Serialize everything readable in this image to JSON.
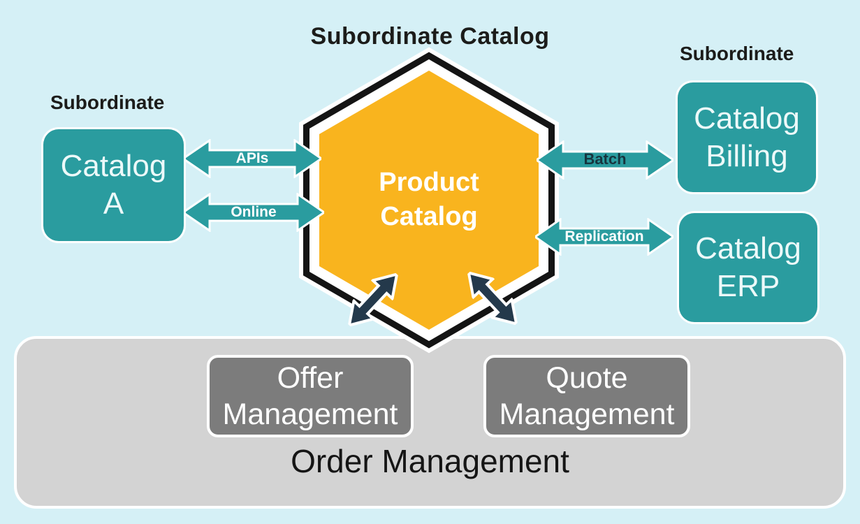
{
  "title": "Subordinate Catalog",
  "colors": {
    "background": "#d5f0f6",
    "teal": "#2a9c9f",
    "orange": "#f9b41e",
    "navy": "#24394b",
    "hex_border": "#141414",
    "container_gray": "#d3d3d3",
    "box_gray": "#7c7c7c",
    "batch_label": "#17353f",
    "white": "#ffffff"
  },
  "subordinate_left": {
    "heading": "Subordinate",
    "box_line1": "Catalog",
    "box_line2": "A"
  },
  "product_catalog": {
    "line1": "Product",
    "line2": "Catalog"
  },
  "subordinate_right": {
    "heading": "Subordinate",
    "billing_line1": "Catalog",
    "billing_line2": "Billing",
    "erp_line1": "Catalog",
    "erp_line2": "ERP"
  },
  "connections": {
    "apis": "APIs",
    "online": "Online",
    "batch": "Batch",
    "replication": "Replication"
  },
  "order_management": {
    "label": "Order Management",
    "offer_line1": "Offer",
    "offer_line2": "Management",
    "quote_line1": "Quote",
    "quote_line2": "Management"
  }
}
